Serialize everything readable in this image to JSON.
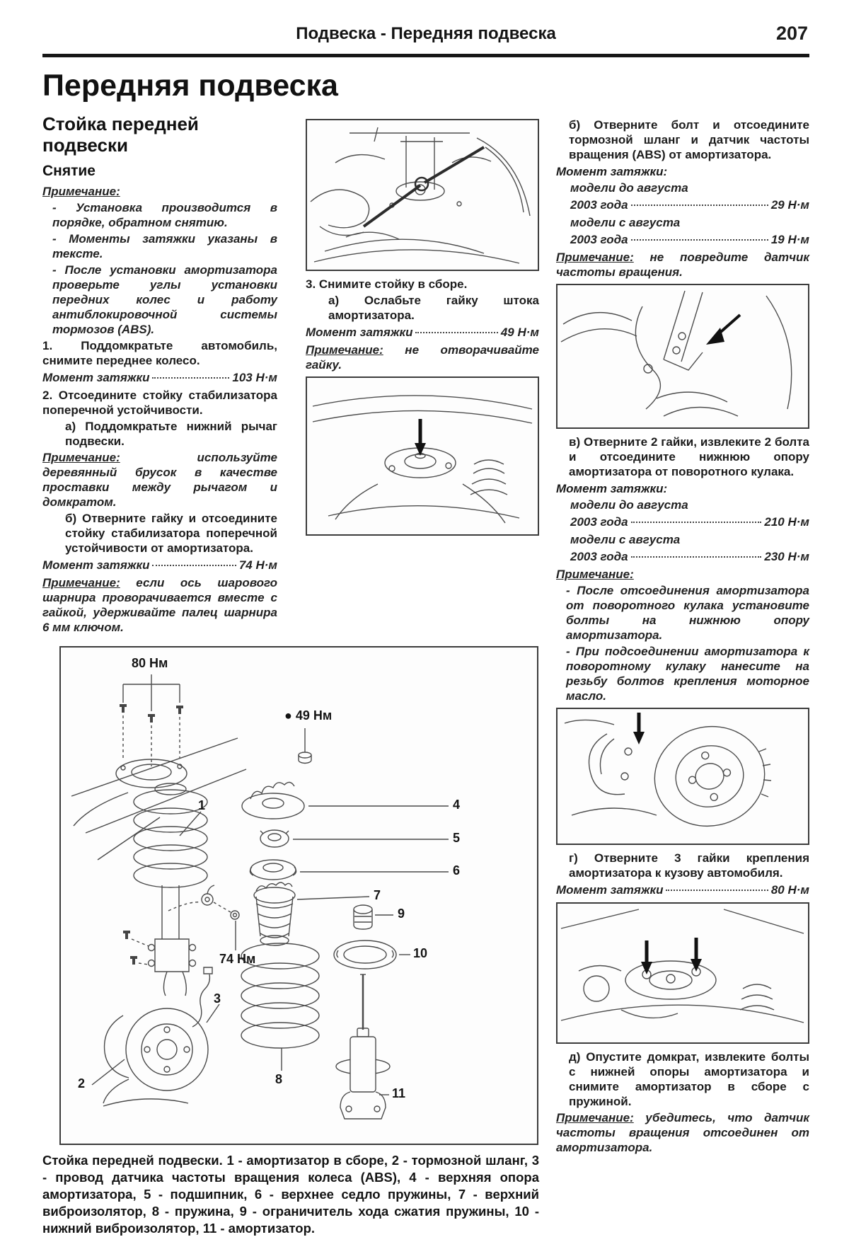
{
  "header": {
    "section_title": "Подвеска - Передняя подвеска",
    "page_number": "207"
  },
  "title": "Передняя подвеска",
  "left": {
    "heading": "Стойка передней подвески",
    "removal_heading": "Снятие",
    "note_label": "Примечание:",
    "notes": [
      "- Установка производится в порядке, обратном снятию.",
      "- Моменты затяжки указаны в тексте.",
      "- После установки амортизатора проверьте углы установки передних колес и работу антиблокировочной системы тормозов (ABS)."
    ],
    "step1": "1. Поддомкратьте автомобиль, снимите переднее колесо.",
    "torque1": {
      "label": "Момент затяжки",
      "value": "103 Н·м"
    },
    "step2": "2. Отсоедините стойку стабилизатора поперечной устойчивости.",
    "step2a": "а) Поддомкратьте нижний рычаг подвески.",
    "note2": {
      "label": "Примечание:",
      "text": "используйте деревянный брусок в качестве проставки между рычагом и домкратом."
    },
    "step2b": "б) Отверните гайку и отсоедините стойку стабилизатора поперечной устойчивости от амортизатора.",
    "torque2": {
      "label": "Момент затяжки",
      "value": "74 Н·м"
    },
    "note3": {
      "label": "Примечание:",
      "text": "если ось шарового шарнира проворачивается вместе с гайкой, удерживайте палец шарнира 6 мм ключом."
    }
  },
  "middle": {
    "step3": "3. Снимите стойку в сборе.",
    "step3a": "а) Ослабьте гайку штока амортизатора.",
    "torque3": {
      "label": "Момент затяжки",
      "value": "49 Н·м"
    },
    "note4": {
      "label": "Примечание:",
      "text": "не отворачивайте гайку."
    }
  },
  "right": {
    "step_b": "б) Отверните болт и отсоедините тормозной шланг и датчик частоты вращения (ABS) от амортизатора.",
    "torque_b": {
      "label": "Момент затяжки:",
      "rows": [
        {
          "line1": "модели до августа",
          "line2": "2003 года",
          "value": "29 Н·м"
        },
        {
          "line1": "модели с августа",
          "line2": "2003 года",
          "value": "19 Н·м"
        }
      ]
    },
    "note_b": {
      "label": "Примечание:",
      "text": "не повредите датчик частоты вращения."
    },
    "step_v": "в) Отверните 2 гайки, извлеките 2 болта и отсоедините нижнюю опору амортизатора от поворотного кулака.",
    "torque_v": {
      "label": "Момент затяжки:",
      "rows": [
        {
          "line1": "модели до августа",
          "line2": "2003 года",
          "value": "210 Н·м"
        },
        {
          "line1": "модели с августа",
          "line2": "2003 года",
          "value": "230 Н·м"
        }
      ]
    },
    "note_v": {
      "label": "Примечание:",
      "items": [
        "- После отсоединения амортизатора от поворотного кулака установите болты на нижнюю опору амортизатора.",
        "- При подсоединении амортизатора к поворотному кулаку нанесите на резьбу болтов крепления моторное масло."
      ]
    },
    "step_g": "г) Отверните 3 гайки крепления амортизатора к кузову автомобиля.",
    "torque_g": {
      "label": "Момент затяжки",
      "value": "80 Н·м"
    },
    "step_d": "д) Опустите домкрат, извлеките болты с нижней опоры амортизатора и снимите амортизатор в сборе с пружиной.",
    "note_d": {
      "label": "Примечание:",
      "text": "убедитесь, что датчик частоты вращения отсоединен от амортизатора."
    }
  },
  "diagram": {
    "labels": {
      "torque_top": "80 Нм",
      "torque_rod": "● 49 Нм",
      "torque_link": "74 Нм",
      "n1": "1",
      "n2": "2",
      "n3": "3",
      "n4": "4",
      "n5": "5",
      "n6": "6",
      "n7": "7",
      "n8": "8",
      "n9": "9",
      "n10": "10",
      "n11": "11"
    },
    "caption": "Стойка передней подвески. 1 - амортизатор в сборе, 2 - тормозной шланг, 3 - провод датчика частоты вращения колеса (ABS), 4 - верхняя опора амортизатора, 5 - подшипник, 6 - верхнее седло пружины, 7 - верхний виброизолятор, 8 - пружина, 9 - ограничитель хода сжатия пружины, 10 - нижний виброизолятор, 11 - амортизатор."
  }
}
